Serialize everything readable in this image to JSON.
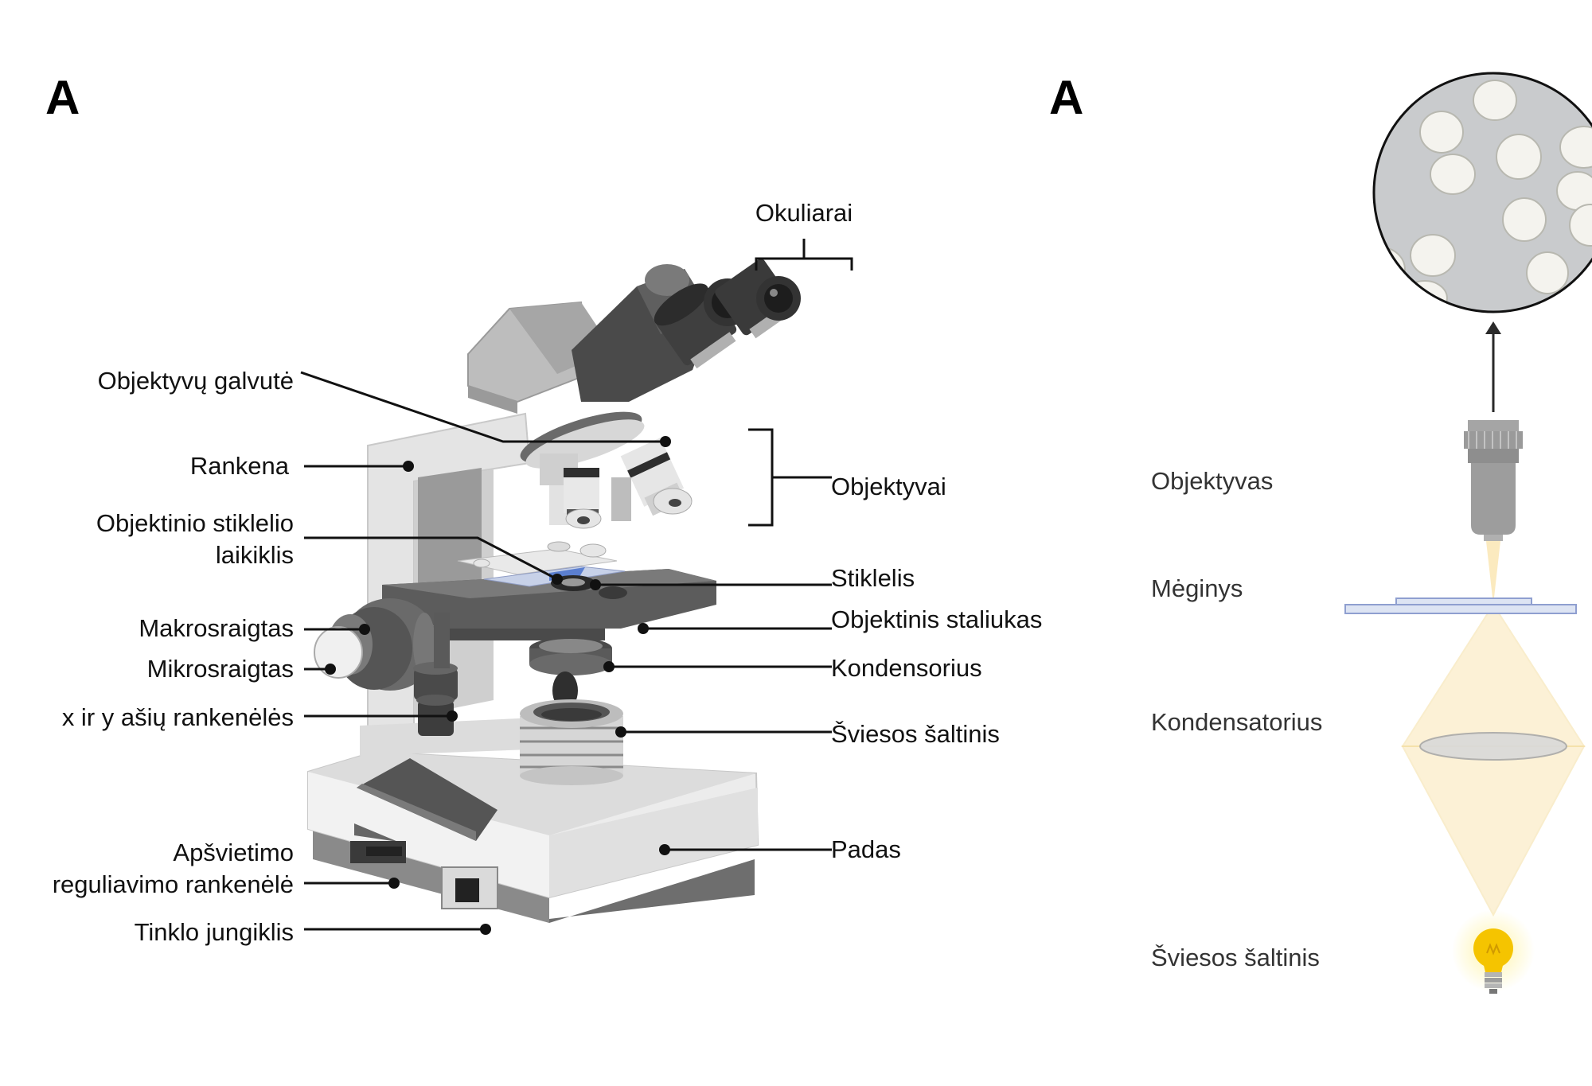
{
  "panels": [
    {
      "letter": "A"
    },
    {
      "letter": "A"
    }
  ],
  "microscope_labels": {
    "okuliarai": "Okuliarai",
    "objektyvu_galvute": "Objektyvų galvutė",
    "rankena": "Rankena",
    "objektyvai": "Objektyvai",
    "stiklelio_laikiklis_1": "Objektinio stiklelio",
    "stiklelio_laikiklis_2": "laikiklis",
    "stiklelis": "Stiklelis",
    "objektinis_staliukas": "Objektinis staliukas",
    "makrosraigtas": "Makrosraigtas",
    "mikrosraigtas": "Mikrosraigtas",
    "kondensorius": "Kondensorius",
    "xy_rankeneles": "x ir y ašių rankenėlės",
    "sviesos_saltinis": "Šviesos šaltinis",
    "apsvietimo_1": "Apšvietimo",
    "apsvietimo_2": "reguliavimo rankenėlė",
    "padas": "Padas",
    "tinklo_jungiklis": "Tinklo jungiklis"
  },
  "optics_labels": {
    "objektyvas": "Objektyvas",
    "meginys": "Mėginys",
    "kondensatorius": "Kondensatorius",
    "sviesos_saltinis": "Šviesos šaltinis"
  },
  "colors": {
    "body_light": "#e6e6e6",
    "body_mid": "#b5b5b5",
    "body_dark": "#5a5a5a",
    "light_cone": "#f7d98b",
    "slide_blue": "#9fb3e0",
    "bulb": "#f5c400",
    "field_gray": "#c9cbcd",
    "cell": "#f4f3ee"
  }
}
